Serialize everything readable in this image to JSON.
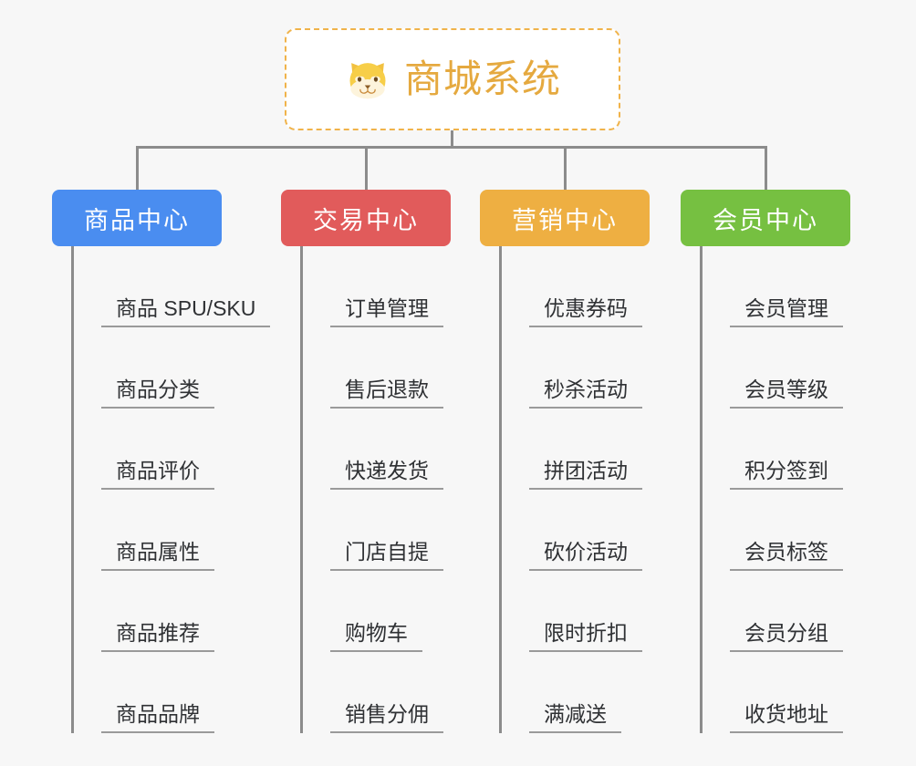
{
  "page": {
    "background": "#f7f7f7",
    "line_color": "#8c8c8c",
    "leaf_text_color": "#2f3134"
  },
  "root": {
    "icon": "shiba-dog-face-emoji",
    "title": "商城系统",
    "title_color": "#e5a93f",
    "border_color": "#f0b34a",
    "background": "#ffffff"
  },
  "branches": [
    {
      "id": "product-center",
      "label": "商品中心",
      "color": "#4a8df0",
      "leaves": [
        {
          "label": "商品 SPU/SKU"
        },
        {
          "label": "商品分类"
        },
        {
          "label": "商品评价"
        },
        {
          "label": "商品属性"
        },
        {
          "label": "商品推荐"
        },
        {
          "label": "商品品牌"
        }
      ]
    },
    {
      "id": "trade-center",
      "label": "交易中心",
      "color": "#e15b5b",
      "leaves": [
        {
          "label": "订单管理"
        },
        {
          "label": "售后退款"
        },
        {
          "label": "快递发货"
        },
        {
          "label": "门店自提"
        },
        {
          "label": "购物车"
        },
        {
          "label": "销售分佣"
        }
      ]
    },
    {
      "id": "marketing-center",
      "label": "营销中心",
      "color": "#eeaf42",
      "leaves": [
        {
          "label": "优惠券码"
        },
        {
          "label": "秒杀活动"
        },
        {
          "label": "拼团活动"
        },
        {
          "label": "砍价活动"
        },
        {
          "label": "限时折扣"
        },
        {
          "label": "满减送"
        }
      ]
    },
    {
      "id": "member-center",
      "label": "会员中心",
      "color": "#76c041",
      "leaves": [
        {
          "label": "会员管理"
        },
        {
          "label": "会员等级"
        },
        {
          "label": "积分签到"
        },
        {
          "label": "会员标签"
        },
        {
          "label": "会员分组"
        },
        {
          "label": "收货地址"
        }
      ]
    }
  ]
}
